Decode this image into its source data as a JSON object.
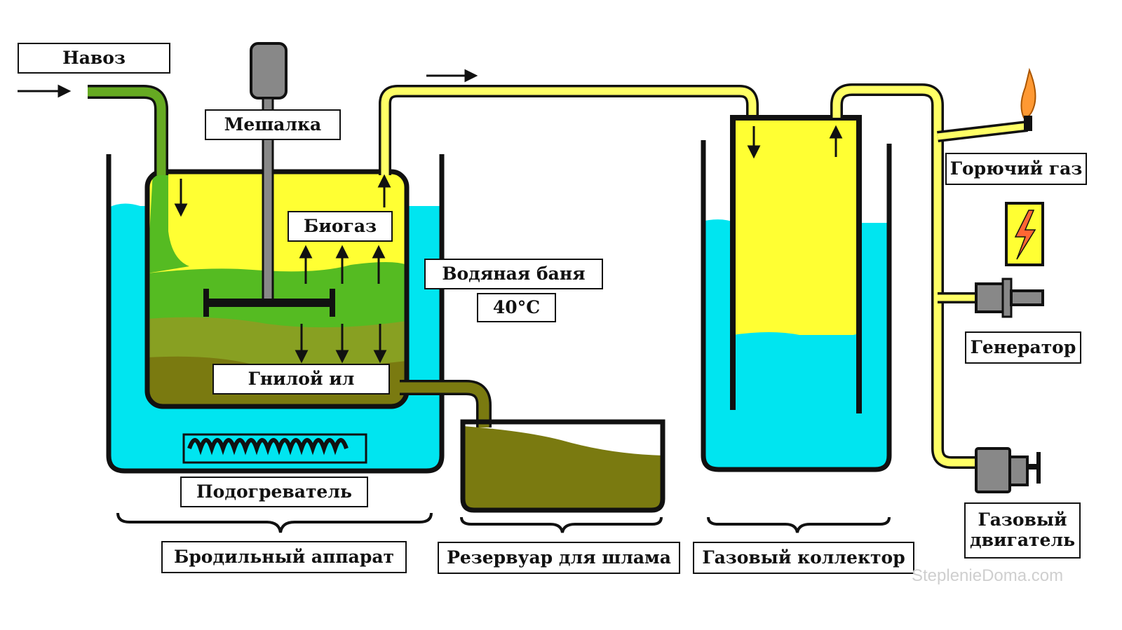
{
  "labels": {
    "manure": "Навоз",
    "mixer": "Мешалка",
    "biogas": "Биогаз",
    "water_bath": "Водяная баня",
    "temperature": "40°C",
    "sludge": "Гнилой ил",
    "heater": "Подогреватель",
    "fermenter": "Бродильный аппарат",
    "sludge_tank": "Резервуар для шлама",
    "gas_collector": "Газовый коллектор",
    "combustible_gas": "Горючий газ",
    "generator": "Генератор",
    "gas_engine_line1": "Газовый",
    "gas_engine_line2": "двигатель"
  },
  "watermark": "SteplenieDoma.com",
  "colors": {
    "water": "#00e5f0",
    "biogas": "#ffff33",
    "green_layer": "#55bb22",
    "olive_layer": "#88a022",
    "sludge": "#7a7a10",
    "pipe_manure": "#66aa22",
    "pipe_gas": "#ffff66",
    "outline": "#111111"
  }
}
